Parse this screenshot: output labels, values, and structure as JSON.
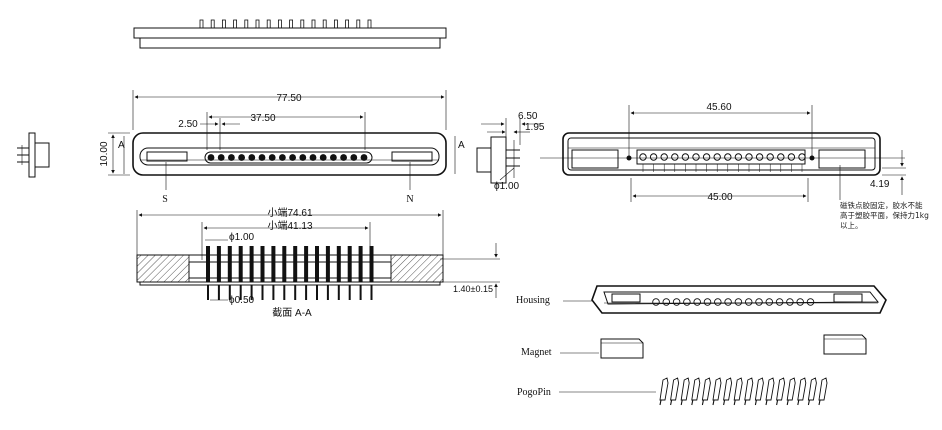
{
  "top_view": {
    "dim_total": "77.50",
    "dim_pitch": "2.50",
    "dim_span": "37.50",
    "dim_height": "10.00",
    "label_left": "S",
    "label_right": "N",
    "section_mark": "A"
  },
  "side_view": {
    "dim_width": "6.50",
    "dim_depth": "1.95",
    "dim_dia": "ϕ1.00"
  },
  "bottom_view": {
    "dim_top": "45.60",
    "dim_bottom": "45.00",
    "dim_offset": "4.19",
    "note_line1": "磁铁点胶固定，胶水不能",
    "note_line2": "高于塑胶平面，保持力1kg",
    "note_line3": "以上。"
  },
  "section_view": {
    "dim_outer": "小端74.61",
    "dim_inner": "小端41.13",
    "dim_pin_top": "ϕ1.00",
    "dim_pin_bottom": "ϕ0.50",
    "dim_height": "1.40±0.15",
    "title": "截面   A-A"
  },
  "exploded_view": {
    "housing": "Housing",
    "magnet": "Magnet",
    "pogopin": "PogoPin"
  }
}
